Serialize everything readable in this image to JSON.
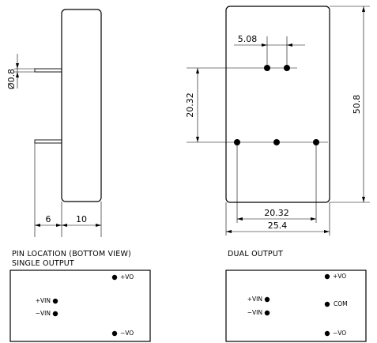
{
  "side_view": {
    "pin_diameter": "Ø0.8",
    "dim_pin_length": "6",
    "dim_body_thickness": "10"
  },
  "bottom_view": {
    "dim_pin_spacing_top": "5.08",
    "dim_pin_spacing_vertical": "20.32",
    "dim_height": "50.8",
    "dim_pin_spacing_horizontal": "20.32",
    "dim_width": "25.4"
  },
  "pin_location": {
    "title": "PIN LOCATION (BOTTOM VIEW)",
    "single": {
      "title": "SINGLE OUTPUT",
      "labels": {
        "vo_plus": "+VO",
        "vin_plus": "+VIN",
        "vin_minus": "−VIN",
        "vo_minus": "−VO"
      }
    },
    "dual": {
      "title": "DUAL OUTPUT",
      "labels": {
        "vo_plus": "+VO",
        "vin_plus": "+VIN",
        "com": "COM",
        "vin_minus": "−VIN",
        "vo_minus": "−VO"
      }
    }
  }
}
